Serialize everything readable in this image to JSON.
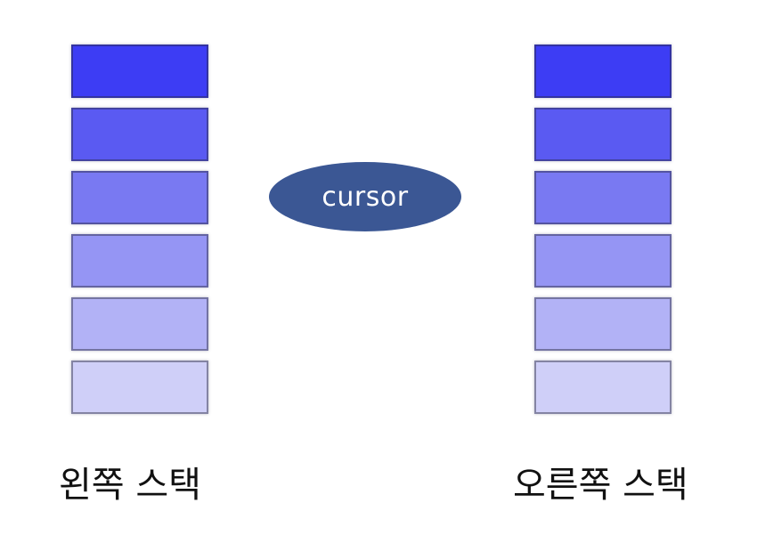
{
  "left_stack": {
    "label": "왼쪽 스택",
    "blocks": [
      "#3d3df4",
      "#5a5af2",
      "#7979f2",
      "#9595f4",
      "#b2b2f6",
      "#cfcff8"
    ]
  },
  "right_stack": {
    "label": "오른쪽 스택",
    "blocks": [
      "#3d3df4",
      "#5a5af2",
      "#7979f2",
      "#9595f4",
      "#b2b2f6",
      "#cfcff8"
    ]
  },
  "cursor": {
    "label": "cursor",
    "color": "#3b5794"
  }
}
